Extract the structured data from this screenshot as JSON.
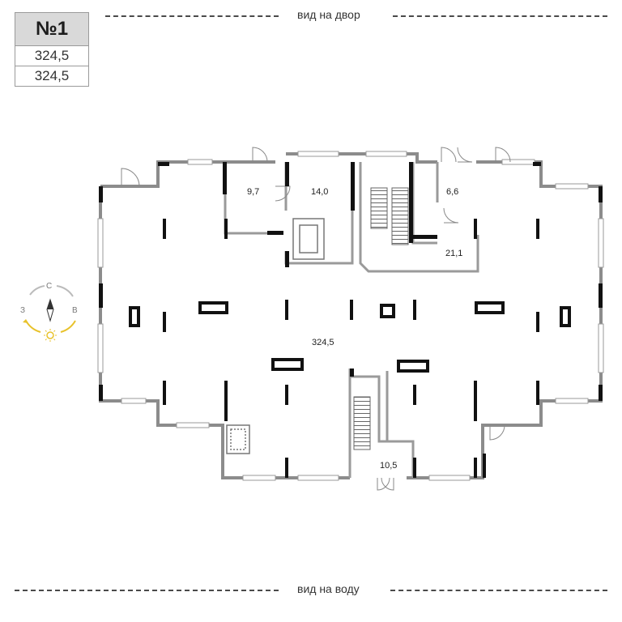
{
  "card": {
    "number": "№1",
    "area_total": "324,5",
    "area_living": "324,5"
  },
  "views": {
    "top": "вид на двор",
    "bottom": "вид на воду"
  },
  "compass": {
    "north": "С",
    "west": "З",
    "east": "В"
  },
  "rooms": [
    {
      "id": "room-main-hall",
      "area": "324,5"
    },
    {
      "id": "room-9-7",
      "area": "9,7"
    },
    {
      "id": "room-14-0",
      "area": "14,0"
    },
    {
      "id": "room-6-6",
      "area": "6,6"
    },
    {
      "id": "room-21-1",
      "area": "21,1"
    },
    {
      "id": "room-10-5",
      "area": "10,5"
    }
  ]
}
